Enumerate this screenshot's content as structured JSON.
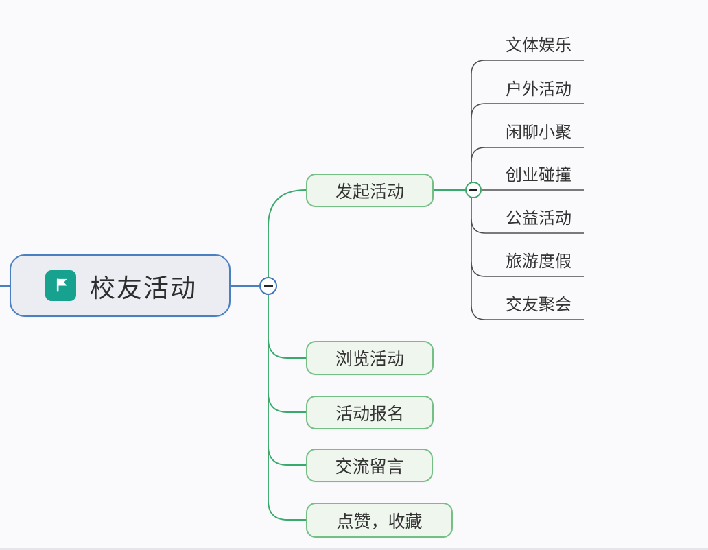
{
  "mindmap": {
    "root": {
      "label": "校友活动"
    },
    "branches": [
      {
        "label": "发起活动",
        "collapsed": false,
        "children": [
          "文体娱乐",
          "户外活动",
          "闲聊小聚",
          "创业碰撞",
          "公益活动",
          "旅游度假",
          "交友聚会"
        ]
      },
      {
        "label": "浏览活动"
      },
      {
        "label": "活动报名"
      },
      {
        "label": "交流留言"
      },
      {
        "label": "点赞，收藏"
      }
    ]
  },
  "icons": {
    "root_badge": "flag-icon",
    "collapse_root": "minus-icon",
    "collapse_branch": "minus-icon"
  },
  "colors": {
    "background": "#fafafc",
    "root_border": "#4a7fc0",
    "root_fill": "#ebedf3",
    "flag_badge": "#16a28f",
    "branch_border": "#75bf86",
    "branch_fill": "#eff6ee",
    "green_line": "#3aa96d",
    "blue_line": "#4a7fc0",
    "dark_line": "#4f4f52",
    "text": "#333333"
  }
}
